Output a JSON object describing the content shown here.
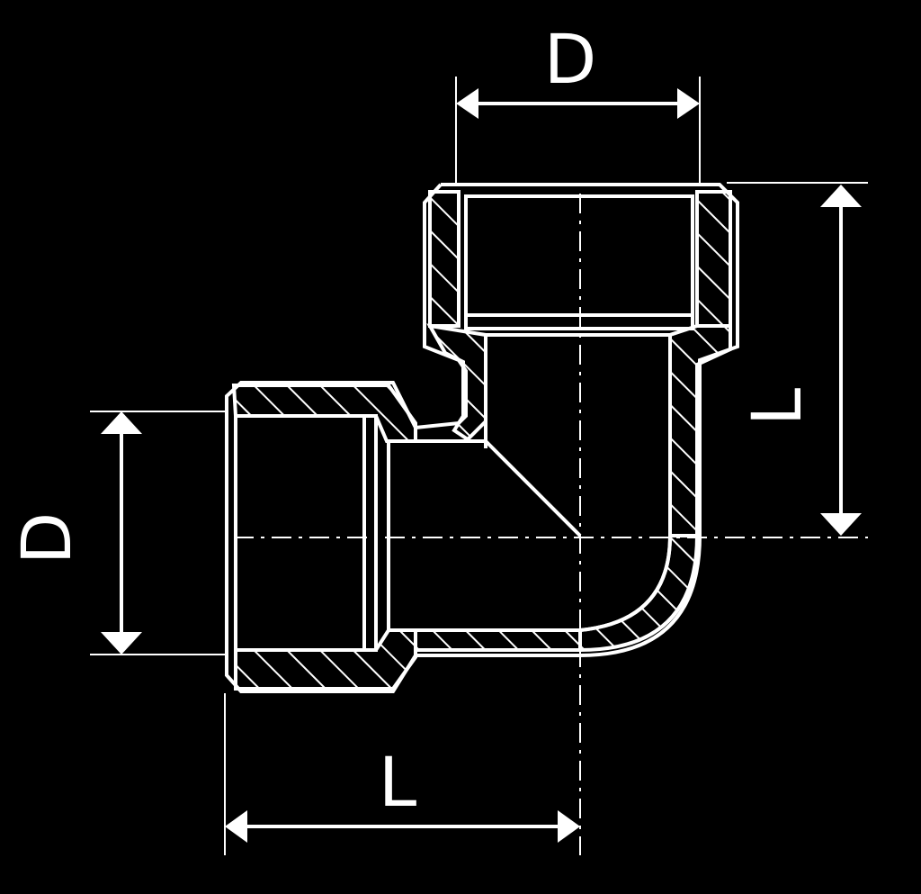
{
  "colors": {
    "background": "#000000",
    "line": "#ffffff"
  },
  "dimensions": {
    "top_width_label": "D",
    "right_length_label": "L",
    "left_height_label": "D",
    "bottom_length_label": "L"
  }
}
